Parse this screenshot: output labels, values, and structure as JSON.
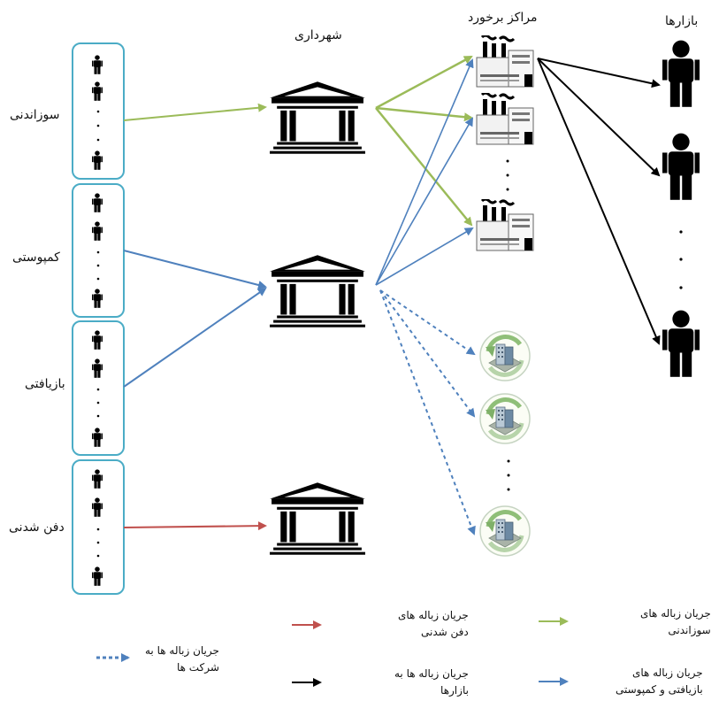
{
  "labels": {
    "municipality": "شهرداری",
    "treatment_centers": "مراکز برخورد",
    "markets": "بازارها"
  },
  "groups": [
    {
      "id": "incinerable",
      "label": "سوزاندنی"
    },
    {
      "id": "compost",
      "label": "کمپوستی"
    },
    {
      "id": "recyclable",
      "label": "بازیافتی"
    },
    {
      "id": "landfill",
      "label": "دفن شدنی"
    }
  ],
  "legend": {
    "incinerable_flow": [
      "جریان زباله های",
      "سوزاندنی"
    ],
    "landfill_flow": [
      "جریان زباله های",
      "دفن شدنی"
    ],
    "companies_flow": [
      "جریان زباله ها به",
      "شرکت ها"
    ],
    "recycle_compost_flow": [
      "جریان زباله های",
      "بازیافتی و کمپوستی"
    ],
    "markets_flow": [
      "جریان زباله ها به",
      "بازارها"
    ]
  },
  "colors": {
    "green": "#9bbb59",
    "blue": "#4f81bd",
    "red": "#c0504d",
    "black": "#000000",
    "group_border": "#4bacc6"
  },
  "icons": {
    "person": "person-icon",
    "building": "municipality-building-icon",
    "factory": "factory-icon",
    "company": "recycling-company-icon"
  }
}
